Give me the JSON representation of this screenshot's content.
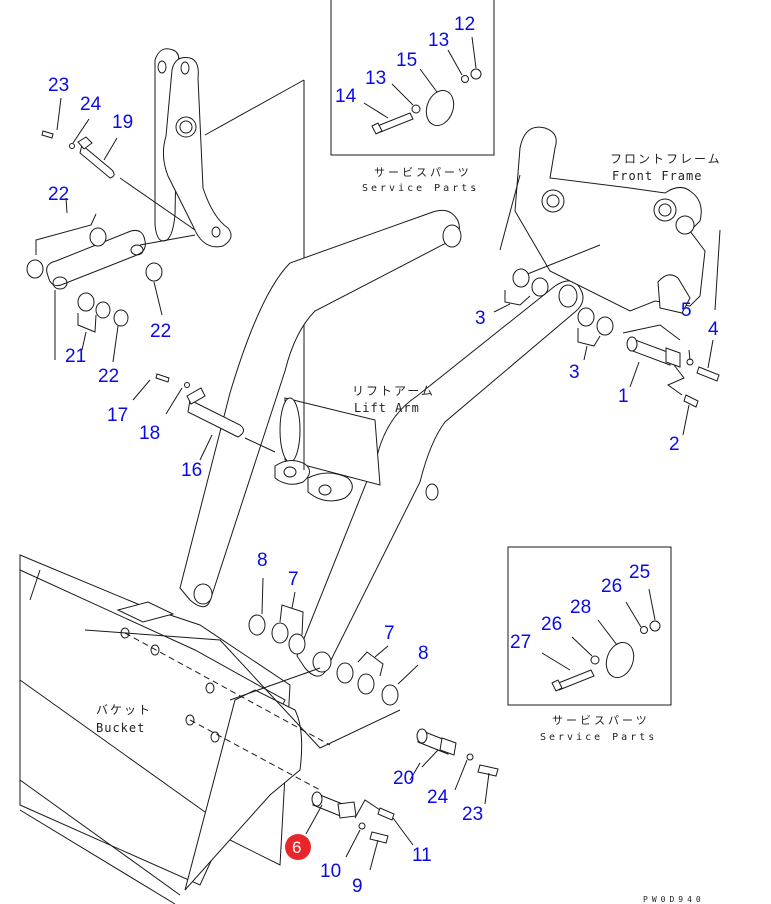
{
  "diagram": {
    "drawing_code": "PW0D940",
    "highlight_color": "#e8262a",
    "callout_color": "#0a0ae6",
    "component_labels": {
      "front_frame": {
        "jp": "フロントフレーム",
        "en": "Front Frame"
      },
      "lift_arm": {
        "jp": "リフトアーム",
        "en": "Lift Arm"
      },
      "bucket": {
        "jp": "バケット",
        "en": "Bucket"
      }
    },
    "service_parts_boxes": [
      {
        "caption_jp": "サービスパーツ",
        "caption_en": "Service Parts",
        "callouts": [
          "12",
          "13",
          "13",
          "14",
          "15"
        ]
      },
      {
        "caption_jp": "サービスパーツ",
        "caption_en": "Service Parts",
        "callouts": [
          "25",
          "26",
          "26",
          "27",
          "28"
        ]
      }
    ],
    "highlighted_part": "6",
    "callouts": [
      {
        "id": "c23a",
        "text": "23"
      },
      {
        "id": "c24a",
        "text": "24"
      },
      {
        "id": "c19",
        "text": "19"
      },
      {
        "id": "c22a",
        "text": "22"
      },
      {
        "id": "c22b",
        "text": "22"
      },
      {
        "id": "c21",
        "text": "21"
      },
      {
        "id": "c22c",
        "text": "22"
      },
      {
        "id": "c17",
        "text": "17"
      },
      {
        "id": "c18",
        "text": "18"
      },
      {
        "id": "c16",
        "text": "16"
      },
      {
        "id": "c14",
        "text": "14"
      },
      {
        "id": "c13a",
        "text": "13"
      },
      {
        "id": "c15",
        "text": "15"
      },
      {
        "id": "c13b",
        "text": "13"
      },
      {
        "id": "c12",
        "text": "12"
      },
      {
        "id": "c3a",
        "text": "3"
      },
      {
        "id": "c3b",
        "text": "3"
      },
      {
        "id": "c5",
        "text": "5"
      },
      {
        "id": "c4",
        "text": "4"
      },
      {
        "id": "c1",
        "text": "1"
      },
      {
        "id": "c2",
        "text": "2"
      },
      {
        "id": "c8a",
        "text": "8"
      },
      {
        "id": "c7a",
        "text": "7"
      },
      {
        "id": "c7b",
        "text": "7"
      },
      {
        "id": "c8b",
        "text": "8"
      },
      {
        "id": "c27",
        "text": "27"
      },
      {
        "id": "c26a",
        "text": "26"
      },
      {
        "id": "c28",
        "text": "28"
      },
      {
        "id": "c26b",
        "text": "26"
      },
      {
        "id": "c25",
        "text": "25"
      },
      {
        "id": "c20",
        "text": "20"
      },
      {
        "id": "c24b",
        "text": "24"
      },
      {
        "id": "c23b",
        "text": "23"
      },
      {
        "id": "c11",
        "text": "11"
      },
      {
        "id": "c10",
        "text": "10"
      },
      {
        "id": "c9",
        "text": "9"
      }
    ]
  }
}
